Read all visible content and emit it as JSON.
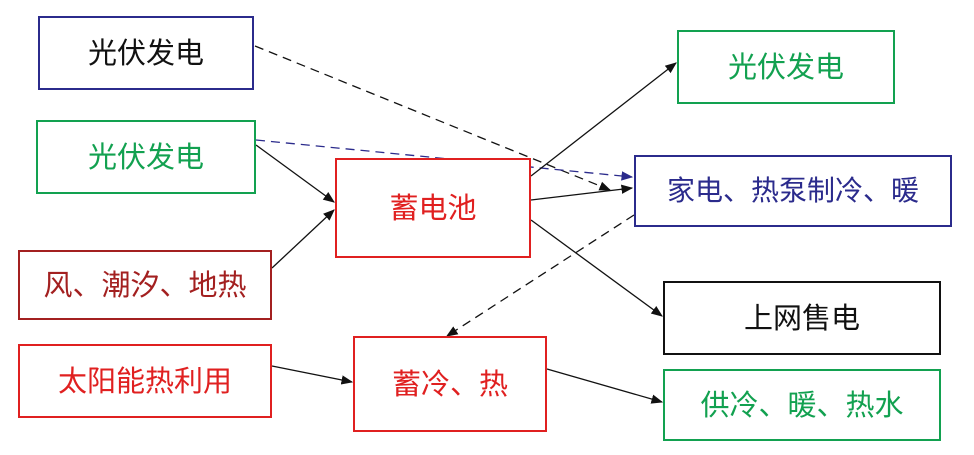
{
  "colors": {
    "navy": "#2b2b8c",
    "green": "#12a150",
    "red": "#e02020",
    "darkred": "#a32020",
    "black": "#111111"
  },
  "nodes": {
    "pv_top_left": "光伏发电",
    "pv_green_left": "光伏发电",
    "wind_tidal_geo": "风、潮汐、地热",
    "solar_thermal": "太阳能热利用",
    "battery": "蓄电池",
    "cold_heat_storage": "蓄冷、热",
    "pv_right": "光伏发电",
    "appliances": "家电、热泵制冷、暖",
    "grid_sale": "上网售电",
    "supply": "供冷、暖、热水"
  },
  "edges": [
    {
      "from": "pv_top_left",
      "to": "appliances",
      "style": "dashed",
      "color": "black"
    },
    {
      "from": "pv_green_left",
      "to": "appliances",
      "style": "dashed",
      "color": "navy"
    },
    {
      "from": "pv_green_left",
      "to": "battery",
      "style": "solid",
      "color": "black"
    },
    {
      "from": "wind_tidal_geo",
      "to": "battery",
      "style": "solid",
      "color": "black"
    },
    {
      "from": "battery",
      "to": "pv_right",
      "style": "solid",
      "color": "black"
    },
    {
      "from": "battery",
      "to": "appliances",
      "style": "solid",
      "color": "black"
    },
    {
      "from": "battery",
      "to": "grid_sale",
      "style": "solid",
      "color": "black"
    },
    {
      "from": "appliances",
      "to": "cold_heat_storage",
      "style": "dashed",
      "color": "black"
    },
    {
      "from": "solar_thermal",
      "to": "cold_heat_storage",
      "style": "solid",
      "color": "black"
    },
    {
      "from": "cold_heat_storage",
      "to": "supply",
      "style": "solid",
      "color": "black"
    }
  ]
}
